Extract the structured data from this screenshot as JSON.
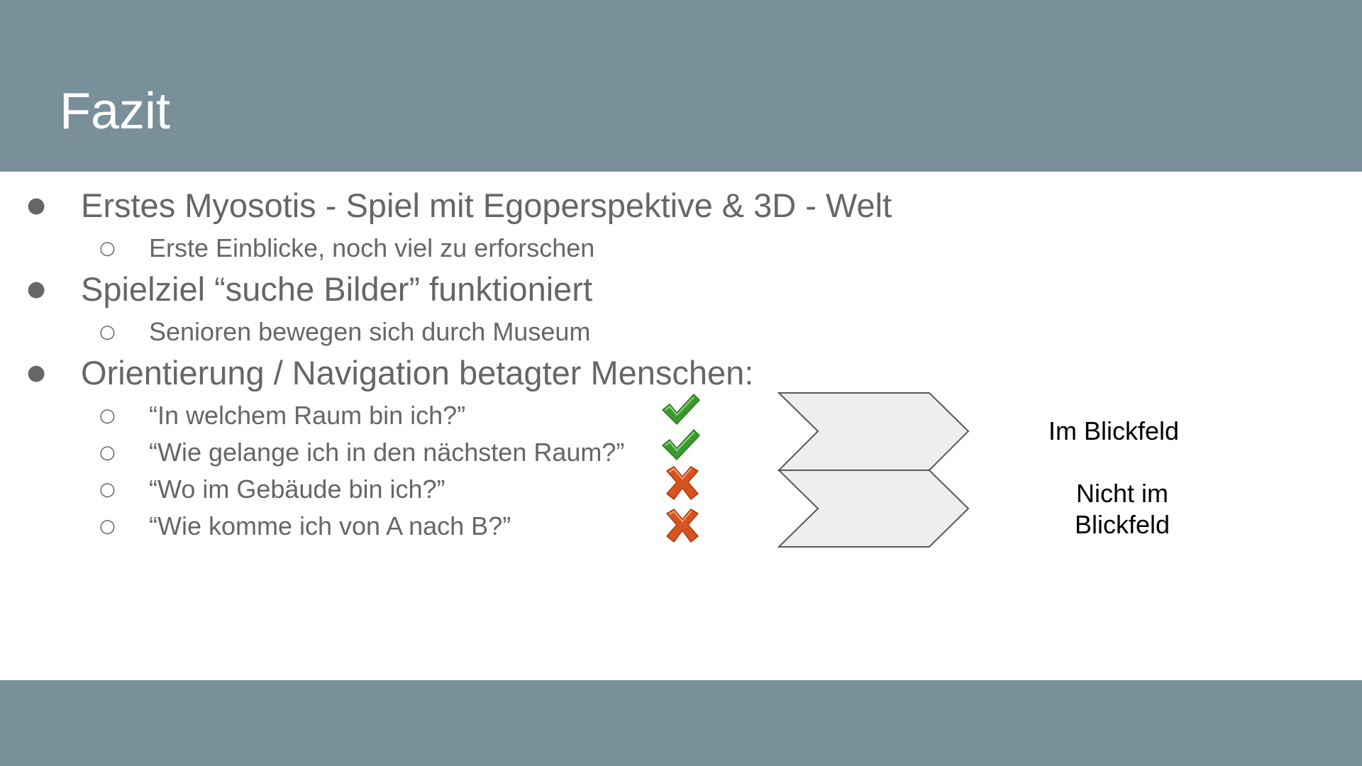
{
  "slide": {
    "title": "Fazit",
    "colors": {
      "band": "#798f9a",
      "text": "#666666",
      "title": "#ffffff",
      "check": "#3a9a2e",
      "cross": "#d9531e",
      "arrow_fill": "#eeeeee",
      "arrow_stroke": "#595959"
    }
  },
  "bullets": [
    {
      "text": "Erstes Myosotis - Spiel mit Egoperspektive & 3D - Welt",
      "marker": "●",
      "children": [
        {
          "text": "Erste Einblicke, noch viel zu erforschen",
          "marker": "○"
        }
      ]
    },
    {
      "text": "Spielziel “suche Bilder” funktioniert",
      "marker": "●",
      "children": [
        {
          "text": "Senioren bewegen sich durch Museum",
          "marker": "○"
        }
      ]
    },
    {
      "text": "Orientierung / Navigation betagter Menschen:",
      "marker": "●",
      "children": [
        {
          "text": "“In welchem Raum bin ich?”",
          "marker": "○",
          "status": "check-icon"
        },
        {
          "text": "“Wie gelange ich in den nächsten Raum?”",
          "marker": "○",
          "status": "check-icon"
        },
        {
          "text": "“Wo im Gebäude bin ich?”",
          "marker": "○",
          "status": "cross-icon"
        },
        {
          "text": "“Wie komme ich von A nach B?”",
          "marker": "○",
          "status": "cross-icon"
        }
      ]
    }
  ],
  "diagram": {
    "label_top": "Im Blickfeld",
    "label_bottom_line1": "Nicht im",
    "label_bottom_line2": "Blickfeld"
  }
}
